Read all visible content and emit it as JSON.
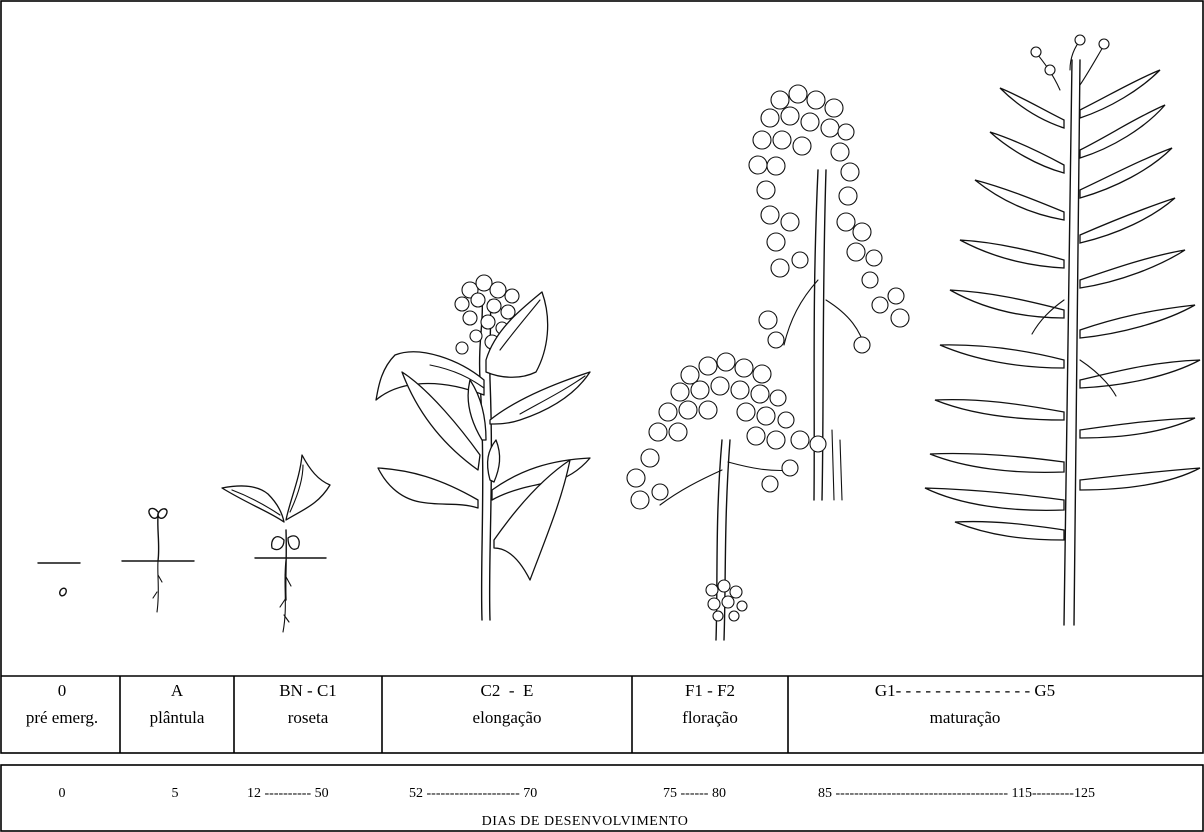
{
  "stages": [
    {
      "code": "0",
      "name": "pré emerg."
    },
    {
      "code": "A",
      "name": "plântula"
    },
    {
      "code": "BN - C1",
      "name": "roseta"
    },
    {
      "code": "C2  -  E",
      "name": "elongação"
    },
    {
      "code": "F1 - F2",
      "name": "floração"
    },
    {
      "code": "G1- - - - - - - - - - - - - - G5",
      "name": "maturação"
    }
  ],
  "days": [
    {
      "text": "0"
    },
    {
      "text": "5"
    },
    {
      "text": "12 ---------- 50"
    },
    {
      "text": "52 -------------------- 70"
    },
    {
      "text": "75 ------ 80"
    },
    {
      "text": "85 ------------------------------------- 115---------125"
    }
  ],
  "axis_title": "DIAS DE DESENVOLVIMENTO",
  "illustrations": [
    {
      "icon": "seed-below-ground-icon",
      "stage": "0"
    },
    {
      "icon": "seedling-icon",
      "stage": "A"
    },
    {
      "icon": "rosette-plant-icon",
      "stage": "BN - C1"
    },
    {
      "icon": "elongating-plant-icon",
      "stage": "C2 - E"
    },
    {
      "icon": "flowering-plant-icon",
      "stage": "F1 - F2"
    },
    {
      "icon": "mature-plant-with-pods-icon",
      "stage": "G1 - G5"
    }
  ]
}
